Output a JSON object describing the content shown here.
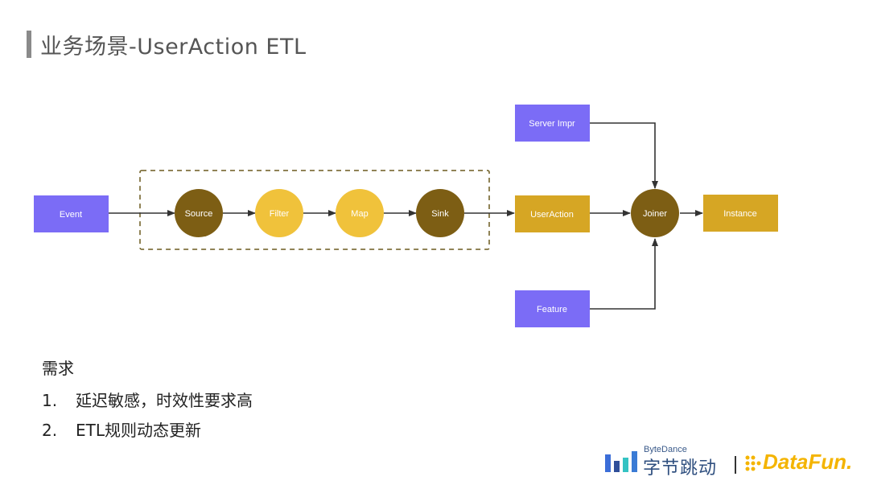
{
  "title": "业务场景-UserAction ETL",
  "nodes": {
    "event": "Event",
    "source": "Source",
    "filter": "Filter",
    "map": "Map",
    "sink": "Sink",
    "useraction": "UserAction",
    "server_impr": "Server Impr",
    "feature": "Feature",
    "joiner": "Joiner",
    "instance": "Instance"
  },
  "colors": {
    "purple_box": "#7b6cf6",
    "dark_gold": "#7d5e14",
    "light_gold": "#f0c23b",
    "gold_box": "#d6a624",
    "dashed": "#6b5a1e",
    "arrow": "#333333"
  },
  "requirements": {
    "heading": "需求",
    "items": [
      {
        "num": "1.",
        "text": "延迟敏感，时效性要求高"
      },
      {
        "num": "2.",
        "text": "ETL规则动态更新"
      }
    ]
  },
  "logos": {
    "bytedance_en": "ByteDance",
    "bytedance_cn": "字节跳动",
    "datafun": "DataFun."
  }
}
